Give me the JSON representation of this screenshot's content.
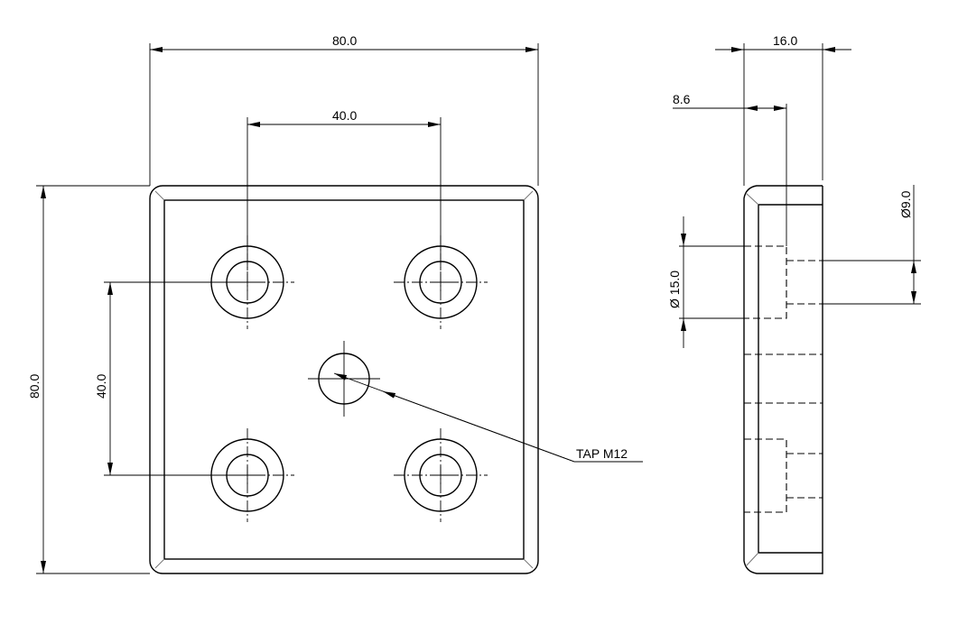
{
  "front_view": {
    "width_dim": "80.0",
    "hole_spacing_h": "40.0",
    "height_dim": "80.0",
    "hole_spacing_v": "40.0",
    "tap_label": "TAP M12"
  },
  "side_view": {
    "thickness_dim": "16.0",
    "counterbore_depth": "8.6",
    "counterbore_dia": "Ø 15.0",
    "through_hole_dia": "Ø9.0"
  }
}
